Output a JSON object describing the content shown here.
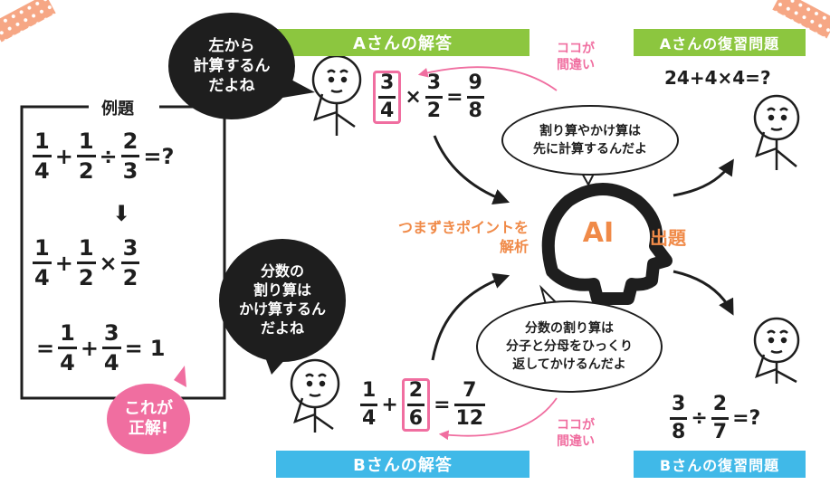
{
  "example": {
    "label": "例題",
    "line1": {
      "f1": [
        "1",
        "4"
      ],
      "op1": "+",
      "f2": [
        "1",
        "2"
      ],
      "op2": "÷",
      "f3": [
        "2",
        "3"
      ],
      "tail": "=?"
    },
    "arrow": "⬇",
    "line2": {
      "f1": [
        "1",
        "4"
      ],
      "op1": "+",
      "f2": [
        "1",
        "2"
      ],
      "op2": "×",
      "f3": [
        "3",
        "2"
      ]
    },
    "line3": {
      "lead": "=",
      "f1": [
        "1",
        "4"
      ],
      "op1": "+",
      "f2": [
        "3",
        "4"
      ],
      "tail": "=",
      "result": "1"
    },
    "correct_note": "これが\n正解!"
  },
  "a_answer": {
    "banner": "Aさんの解答",
    "thought": "左から\n計算するん\nだよね",
    "eq": {
      "f1": [
        "3",
        "4"
      ],
      "op": "×",
      "f2": [
        "3",
        "2"
      ],
      "eq": "=",
      "res": [
        "9",
        "8"
      ]
    },
    "mistake": "ココが\n間違い"
  },
  "b_answer": {
    "banner": "Bさんの解答",
    "thought": "分数の\n割り算は\nかけ算するん\nだよね",
    "eq": {
      "f1": [
        "1",
        "4"
      ],
      "op": "+",
      "f2": [
        "2",
        "6"
      ],
      "eq": "=",
      "res": [
        "7",
        "12"
      ]
    },
    "mistake": "ココが\n間違い"
  },
  "ai": {
    "label": "AI",
    "analyze": "つまずきポイントを\n解析",
    "output": "出題",
    "hint_a": "割り算やかけ算は\n先に計算するんだよ",
    "hint_b": "分数の割り算は\n分子と分母をひっくり\n返してかけるんだよ"
  },
  "a_review": {
    "banner": "Aさんの復習問題",
    "question": "24+4×4=?"
  },
  "b_review": {
    "banner": "Bさんの復習問題",
    "question": {
      "f1": [
        "3",
        "8"
      ],
      "op": "÷",
      "f2": [
        "2",
        "7"
      ],
      "tail": "=?"
    }
  },
  "colors": {
    "green": "#8cc63f",
    "blue": "#40b9e8",
    "pink": "#f06ea0",
    "orange": "#f08a48",
    "dark": "#1e1e1e"
  }
}
